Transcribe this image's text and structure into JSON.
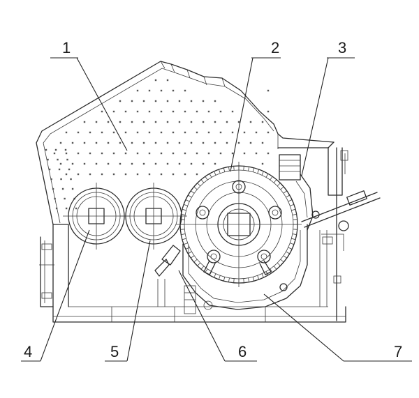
{
  "callouts": [
    {
      "id": "1",
      "label": "1"
    },
    {
      "id": "2",
      "label": "2"
    },
    {
      "id": "3",
      "label": "3"
    },
    {
      "id": "4",
      "label": "4"
    },
    {
      "id": "5",
      "label": "5"
    },
    {
      "id": "6",
      "label": "6"
    },
    {
      "id": "7",
      "label": "7"
    }
  ],
  "colors": {
    "ink": "#2b2b2b",
    "background": "#ffffff"
  }
}
